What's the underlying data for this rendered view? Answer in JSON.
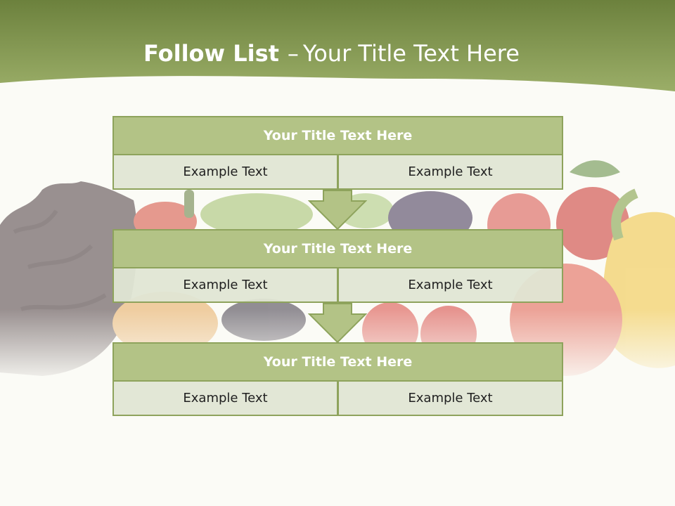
{
  "slide": {
    "title_bold": "Follow List",
    "title_dash": "–",
    "title_rest": "Your Title Text Here"
  },
  "colors": {
    "header_green": "#8ea35c",
    "box_title_fill": "#b3c386",
    "box_cell_fill": "#e0e5d3",
    "arrow_fill": "#b3c386",
    "background": "#fbfbf6"
  },
  "boxes": [
    {
      "title": "Your Title Text Here",
      "left": "Example Text",
      "right": "Example Text"
    },
    {
      "title": "Your Title Text Here",
      "left": "Example Text",
      "right": "Example Text"
    },
    {
      "title": "Your Title Text Here",
      "left": "Example Text",
      "right": "Example Text"
    }
  ]
}
